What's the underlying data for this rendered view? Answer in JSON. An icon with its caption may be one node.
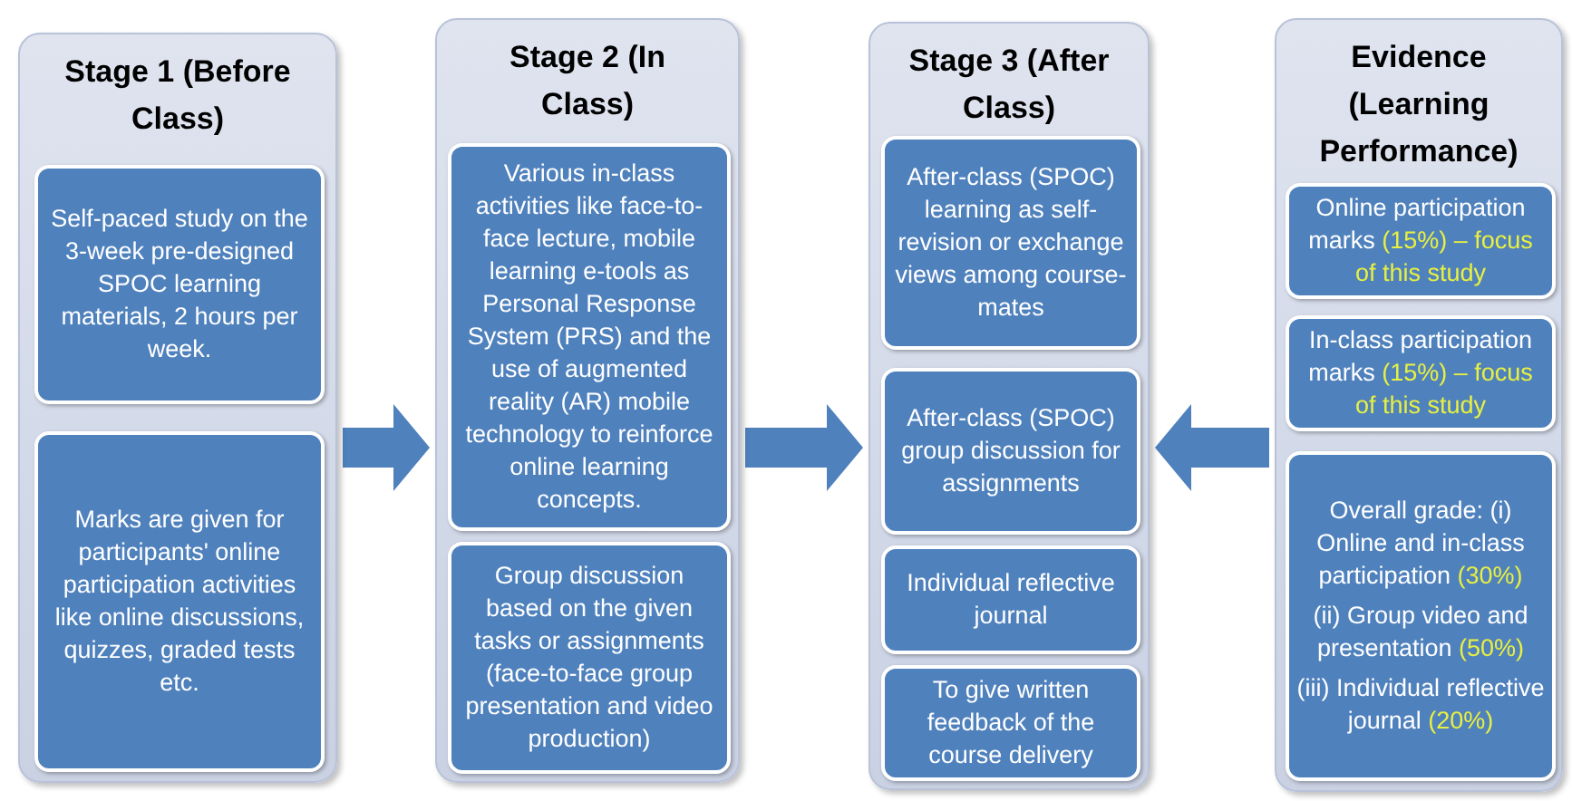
{
  "diagram": {
    "nodes": [
      {
        "text": [
          "Stage 1 (Before Class)"
        ]
      },
      {
        "text": [
          "Self-paced study on the 3-week pre-designed SPOC learning materials, 2 hours per week."
        ],
        "in": 0
      },
      {
        "text": [
          "Marks are given for participants' online participation activities like online discussions, quizzes, graded tests etc."
        ],
        "in": 0
      },
      {
        "text": [
          "Stage 2 (In Class)"
        ]
      },
      {
        "text": [
          "Various in-class activities like face-to-face lecture, mobile learning e-tools as Personal Response System (PRS) and the use of augmented reality (AR) mobile technology to reinforce online learning concepts."
        ],
        "in": 3
      },
      {
        "text": [
          "Group discussion based on the given tasks or assignments (face-to-face group presentation and video production)"
        ],
        "in": 3
      },
      {
        "text": [
          "Stage 3 (After Class)"
        ]
      },
      {
        "text": [
          "After-class (SPOC) learning as self-revision or exchange views among course-mates"
        ],
        "in": 6
      },
      {
        "text": [
          "After-class (SPOC) group discussion for assignments"
        ],
        "in": 6
      },
      {
        "text": [
          "Individual reflective journal"
        ],
        "in": 6
      },
      {
        "text": [
          "To give written feedback of the course delivery"
        ],
        "in": 6
      },
      {
        "text": [
          "Evidence (Learning Performance)"
        ]
      },
      {
        "text": [
          "Online participation marks",
          "(15%) – focus of this study"
        ],
        "in": 11
      },
      {
        "text": [
          "In-class participation marks",
          "(15%) – focus of this study"
        ],
        "in": 11
      },
      {
        "text": [
          "Overall grade: (i) Online and in-class participation",
          "(30%)",
          "(ii) Group video and presentation",
          "(50%)",
          "(iii) Individual reflective journal",
          "(20%)"
        ],
        "in": 11
      }
    ],
    "edges": [
      {
        "from": 0,
        "to": 3,
        "arrow": "to"
      },
      {
        "from": 3,
        "to": 6,
        "arrow": "to"
      },
      {
        "from": 11,
        "to": 6,
        "arrow": "to"
      }
    ]
  }
}
